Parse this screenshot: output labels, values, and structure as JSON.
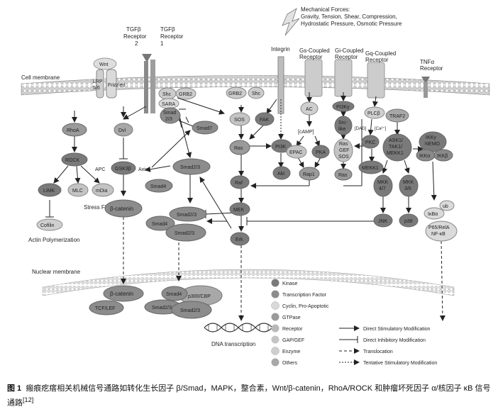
{
  "mechanical_forces": {
    "title": "Mechanical Forces:",
    "line1": "Gravity, Tension, Shear, Compression,",
    "line2": "Hydrostatic Pressure, Osmotic Pressure"
  },
  "membrane": {
    "cell": "Cell membrane",
    "nuclear": "Nuclear membrane"
  },
  "receptors": {
    "tgfb2": [
      "TGFβ",
      "Receptor",
      "2"
    ],
    "tgfb1": [
      "TGFβ",
      "Receptor",
      "1"
    ],
    "wnt": "Wnt",
    "lrp": [
      "LRP",
      "5/6"
    ],
    "frizzled": "Frizzled",
    "integrin": "Integrin",
    "gs": [
      "Gs-Coupled",
      "Receptor"
    ],
    "gi": [
      "Gi-Coupled",
      "Receptor"
    ],
    "gq": [
      "Gq-Coupled",
      "Receptor"
    ],
    "tnfa": [
      "TNFα",
      "Receptor"
    ]
  },
  "nodes": {
    "shc1": "Shc",
    "grb2_1": "GRB2",
    "sara": "SARA",
    "smad23_top": [
      "Smad",
      "2/3"
    ],
    "grb2_2": "GRB2",
    "shc2": "Shc",
    "sos": "SOS",
    "fak": "FAK",
    "ras": "Ras",
    "pi3k": "PI3K",
    "akt": "Akt",
    "raf": "Raf",
    "mek": "MEK",
    "erk": "Erk",
    "ac": "AC",
    "camp": "[cAMP]",
    "epac": "EPAC",
    "pka": "PKA",
    "rap1": "Rap1",
    "pi3kg": "PI3Kγ",
    "src": [
      "Src-",
      "like"
    ],
    "rasgef": [
      "Ras",
      "GEF",
      "SOS"
    ],
    "ras2": "Ras",
    "plcb": "PLCβ",
    "dag": "[DAG]",
    "ca": "[Ca²⁺]",
    "pkc": "PKC",
    "mekk1": "MEKK1",
    "traf2": "TRAF2",
    "ask1": [
      "ASK1/",
      "TAK1/",
      "MEKK1"
    ],
    "ikkg": [
      "IKKγ",
      "NEMO"
    ],
    "ikka": "IKKα",
    "ikkb": "IKKβ",
    "mkk47": [
      "MKK",
      "4/7"
    ],
    "mkk36": [
      "MKK",
      "3/6"
    ],
    "jnk": "JNK",
    "p38": "p38",
    "ub": "ub",
    "ikba": "IκBα",
    "p65": [
      "P65/RelA",
      "NF-κB"
    ],
    "rhoa": "RhoA",
    "rock": "ROCK",
    "limk": "LIMK",
    "mlc": "MLC",
    "mdia": "mDia",
    "cofilin": "Cofilin",
    "actin": "Actin Polymerization",
    "stress": "Stress Fiber",
    "dvl": "Dvl",
    "apc": "APC",
    "gsk3b": "GSK3β",
    "axin": "Axin",
    "bcat": "β-catenin",
    "smad7": "Smad7",
    "smad23_mid": "Smad2/3",
    "smad4": "Smad4",
    "smad23_c1": "Smad2/3",
    "smad4_c": "Smad4",
    "smad23_c2": "Smad2/3",
    "bcat_n": "β-catenin",
    "tcf": "TCF/LEF",
    "smad4_n": "Smad4",
    "p300": "p300/CBP",
    "smad23_n1": "Smad2/3",
    "smad23_n2": "Smad2/3",
    "dna": "DNA transcription"
  },
  "legend": {
    "kinds": [
      "Kinase",
      "Transcription Factor",
      "Cyclin, Pro-Apoptotic",
      "GTPase",
      "Receptor",
      "GAP/GEF",
      "Enzyme",
      "Others"
    ],
    "arrows": [
      "Direct Stimulatory Modification",
      "Direct Inhibitory Modification",
      "Translocation",
      "Tentative Stimulatory Modification"
    ]
  },
  "caption": {
    "label": "图 1",
    "text": "瘢痕疙瘩相关机械信号通路如转化生长因子 β/Smad，MAPK，整合素，Wnt/β-catenin，RhoA/ROCK 和肿瘤坏死因子 α/核因子 κB 信号通路",
    "ref": "[12]"
  },
  "colors": {
    "kinase": "#7a7a7a",
    "tf": "#8c8c8c",
    "cyclin": "#d9d9d9",
    "gtpase": "#9a9a9a",
    "receptor": "#b8b8b8",
    "gapgef": "#c4c4c4",
    "enzyme": "#cfcfcf",
    "others": "#a8a8a8"
  }
}
